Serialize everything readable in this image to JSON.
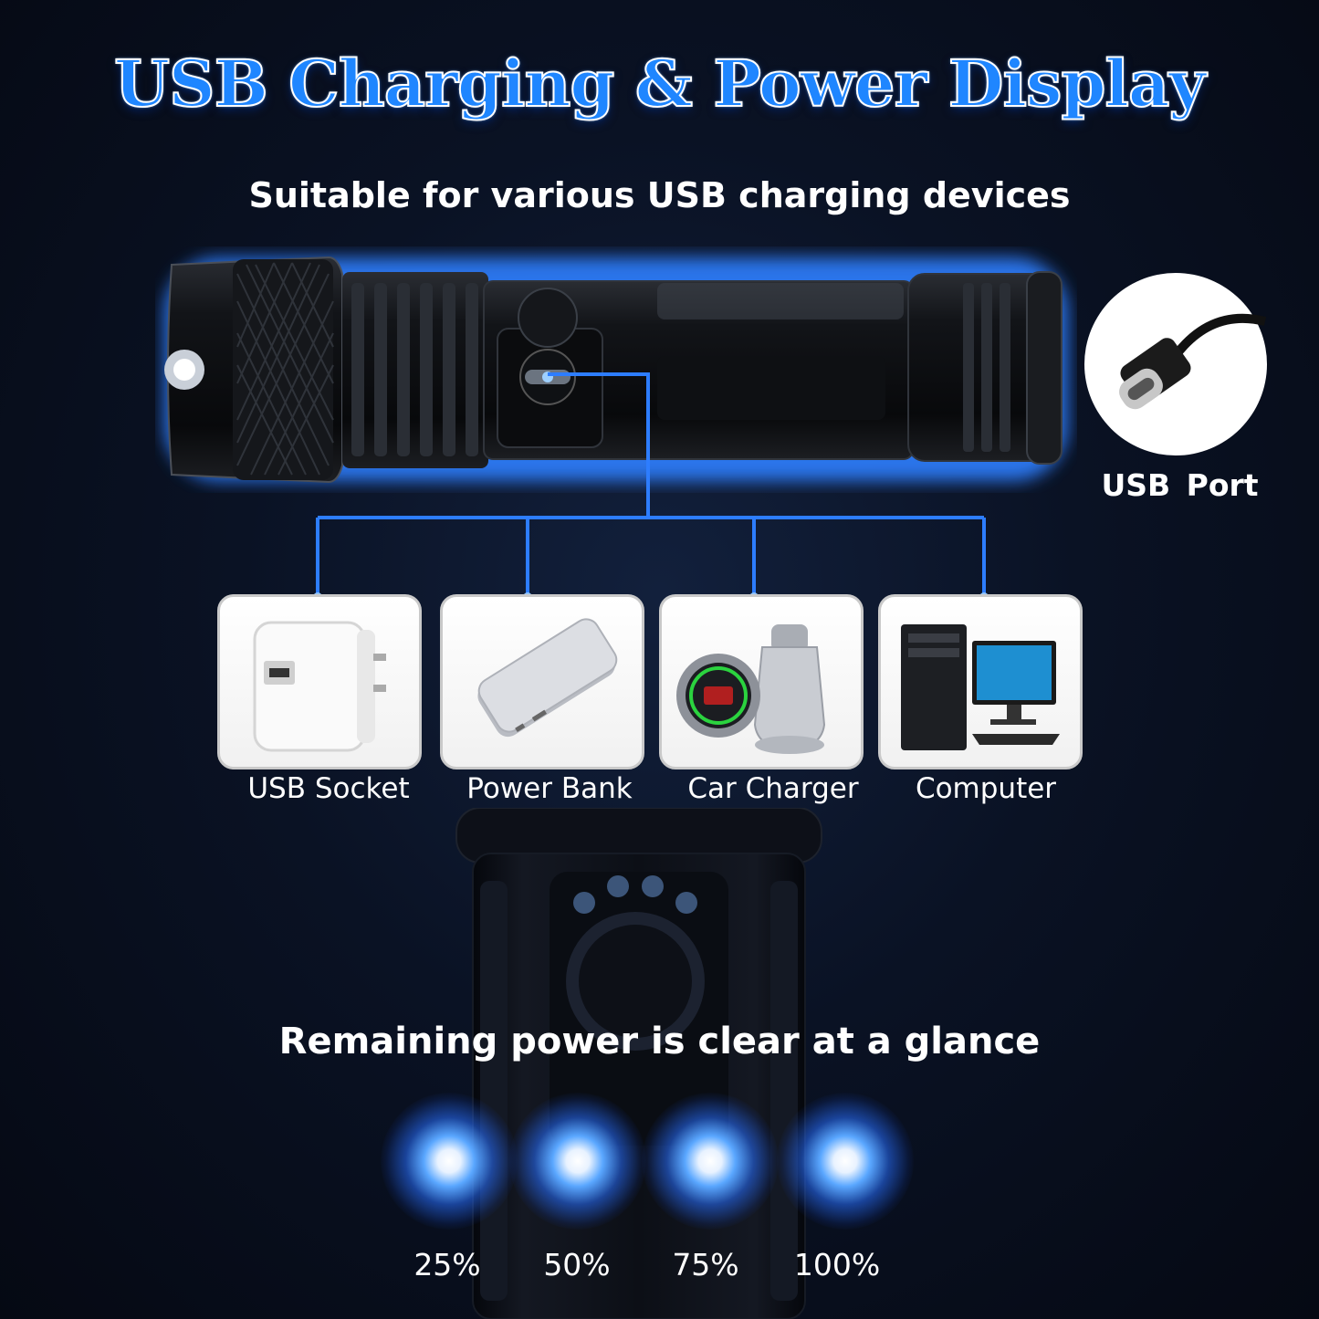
{
  "headline": "USB Charging & Power Display",
  "subheadline": "Suitable for various USB charging devices",
  "usb_port_label": "USB  Port",
  "devices": [
    {
      "label": "USB Socket",
      "icon": "usb-wall-adapter-icon"
    },
    {
      "label": "Power Bank",
      "icon": "power-bank-icon"
    },
    {
      "label": "Car Charger",
      "icon": "car-charger-icon"
    },
    {
      "label": "Computer",
      "icon": "desktop-computer-icon"
    }
  ],
  "remaining_power_text": "Remaining power is clear at a glance",
  "power_levels": [
    "25%",
    "50%",
    "75%",
    "100%"
  ],
  "colors": {
    "accent_blue": "#1f86ff",
    "connector_line": "#2d7dff",
    "background": "#060b17",
    "indicator_glow": "#5aa7ff"
  }
}
